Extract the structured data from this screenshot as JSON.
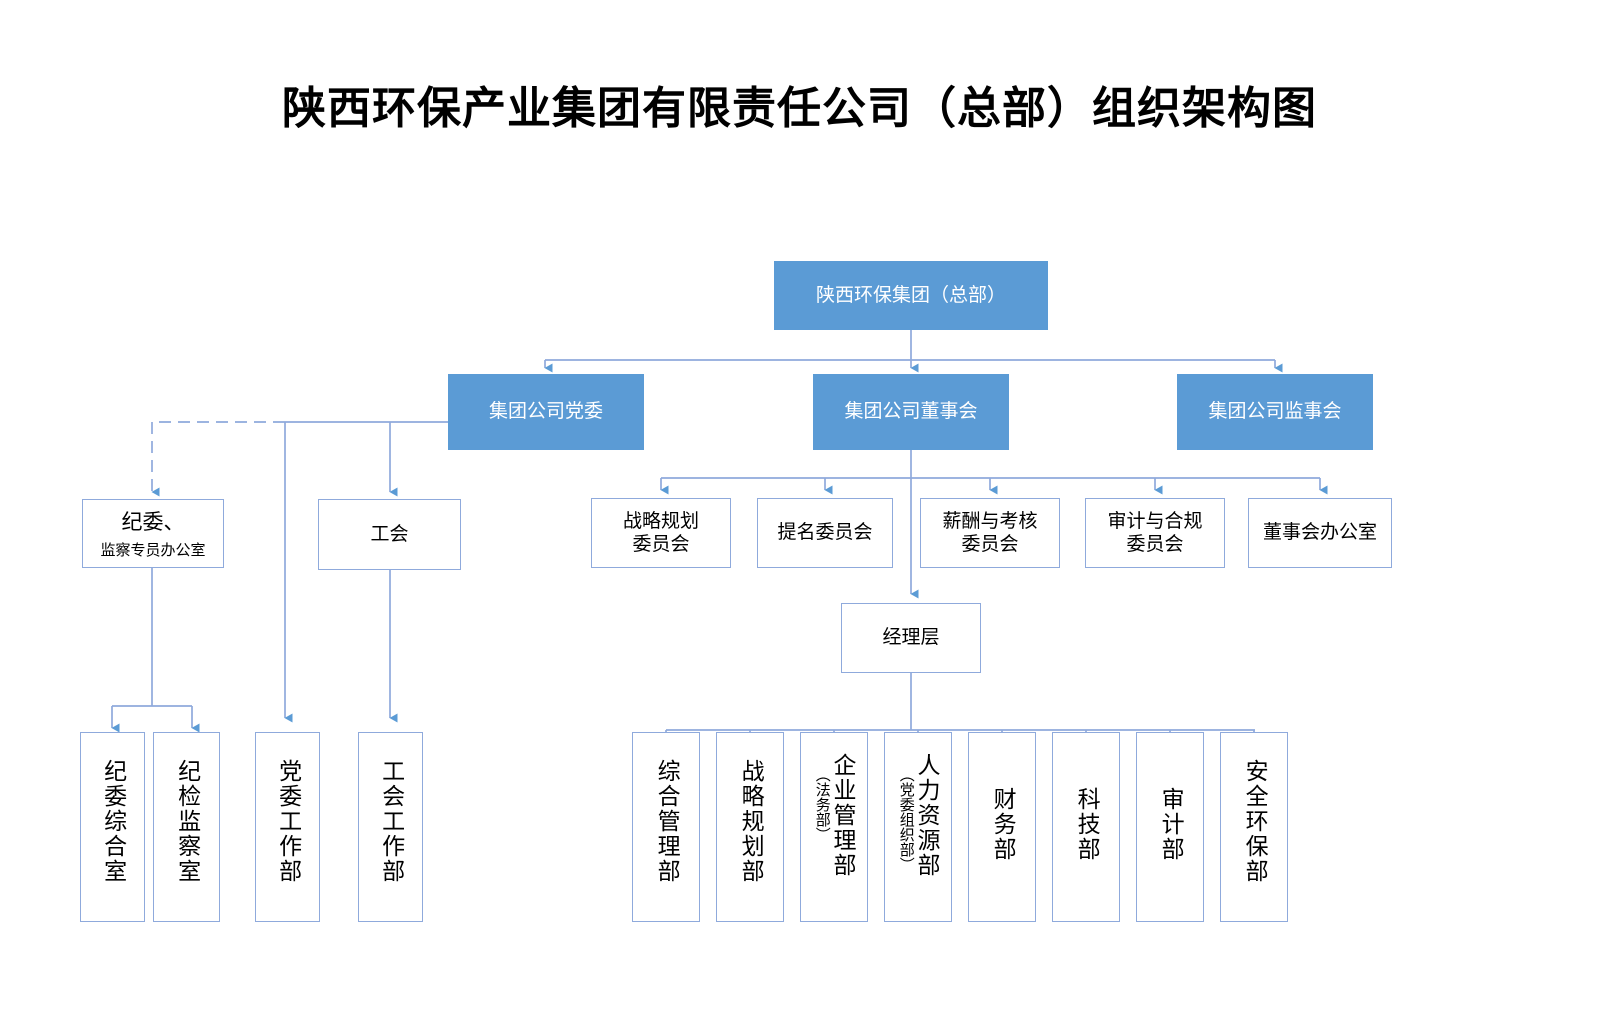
{
  "page": {
    "title": "陕西环保产业集团有限责任公司（总部）组织架构图",
    "accent_blue": "#5B9BD5",
    "line_blue": "#8FAADC",
    "background": "#FFFFFF"
  },
  "chart_data": {
    "type": "diagram",
    "title": "陕西环保产业集团有限责任公司（总部）组织架构图",
    "root": "陕西环保集团（总部）",
    "levels": [
      [
        "陕西环保集团（总部）"
      ],
      [
        "集团公司党委",
        "集团公司董事会",
        "集团公司监事会"
      ],
      [
        "纪委、 监察专员办公室",
        "工会",
        "战略规划委员会",
        "提名委员会",
        "薪酬与考核委员会",
        "审计与合规委员会",
        "董事会办公室"
      ],
      [
        "经理层"
      ],
      [
        "纪委综合室",
        "纪检监察室",
        "党委工作部",
        "工会工作部",
        "综合管理部",
        "战略规划部",
        "企业管理部（法务部）",
        "人力资源部（党委组织部）",
        "财务部",
        "科技部",
        "审计部",
        "安全环保部"
      ]
    ]
  },
  "nodes": {
    "root": {
      "label": "陕西环保集团（总部）"
    },
    "party_committee": {
      "label": "集团公司党委"
    },
    "board_of_directors": {
      "label": "集团公司董事会"
    },
    "board_of_supervisors": {
      "label": "集团公司监事会"
    },
    "discipline_office": {
      "line1": "纪委、",
      "line2": "监察专员办公室"
    },
    "labor_union": {
      "label": "工会"
    },
    "strategy_committee": {
      "line1": "战略规划",
      "line2": "委员会"
    },
    "nomination_committee": {
      "label": "提名委员会"
    },
    "compensation_committee": {
      "line1": "薪酬与考核",
      "line2": "委员会"
    },
    "audit_compliance_committee": {
      "line1": "审计与合规",
      "line2": "委员会"
    },
    "board_office": {
      "label": "董事会办公室"
    },
    "management_layer": {
      "label": "经理层"
    }
  },
  "departments": {
    "left": [
      {
        "name": "纪委综合室",
        "sub": ""
      },
      {
        "name": "纪检监察室",
        "sub": ""
      },
      {
        "name": "党委工作部",
        "sub": ""
      },
      {
        "name": "工会工作部",
        "sub": ""
      }
    ],
    "right": [
      {
        "name": "综合管理部",
        "sub": ""
      },
      {
        "name": "战略规划部",
        "sub": ""
      },
      {
        "name": "企业管理部",
        "sub": "（法务部）"
      },
      {
        "name": "人力资源部",
        "sub": "（党委组织部）"
      },
      {
        "name": "财务部",
        "sub": ""
      },
      {
        "name": "科技部",
        "sub": ""
      },
      {
        "name": "审计部",
        "sub": ""
      },
      {
        "name": "安全环保部",
        "sub": ""
      }
    ]
  }
}
